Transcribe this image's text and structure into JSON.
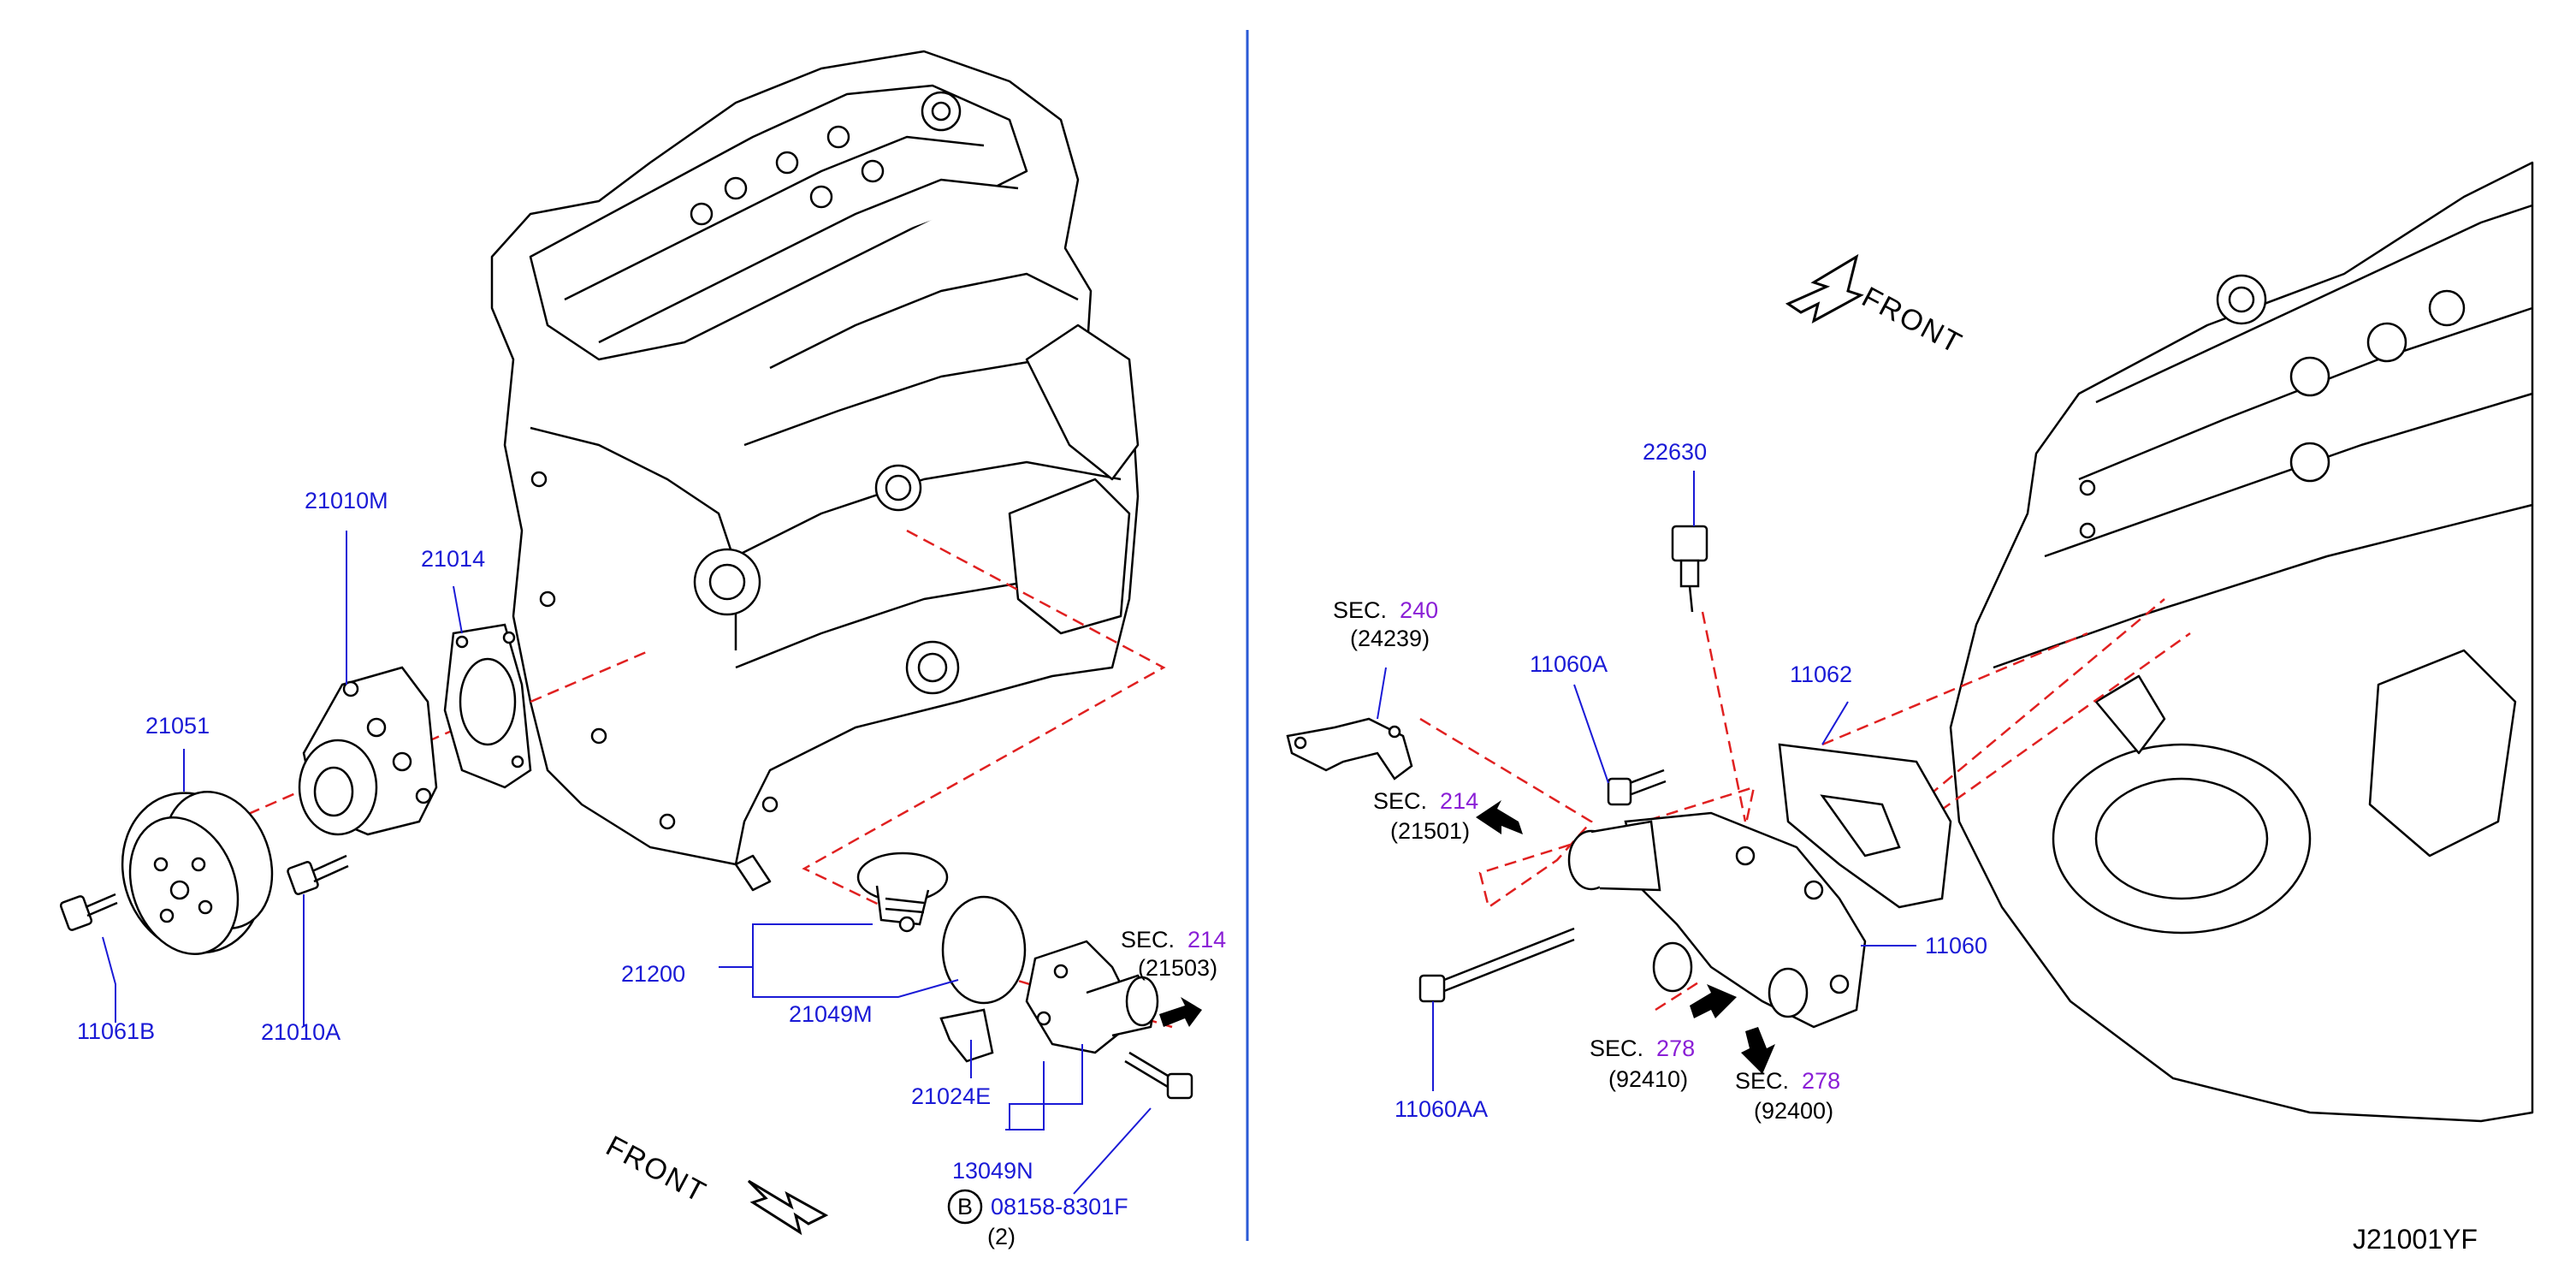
{
  "diagram_id": "J21001YF",
  "front_labels": [
    "FRONT",
    "FRONT"
  ],
  "left_parts": {
    "p21010M": "21010M",
    "p21014": "21014",
    "p21051": "21051",
    "p11061B": "11061B",
    "p21010A": "21010A",
    "p21200": "21200",
    "p21049M": "21049M",
    "p21024E": "21024E",
    "p13049N": "13049N",
    "bolt_b": "08158-8301F",
    "bolt_b_circle": "B",
    "bolt_b_qty": "(2)",
    "sec_214": {
      "label": "SEC.",
      "num": "214",
      "ref": "(21503)"
    }
  },
  "right_parts": {
    "p22630": "22630",
    "p11060A": "11060A",
    "p11062": "11062",
    "p11060": "11060",
    "p11060AA": "11060AA",
    "sec_240": {
      "label": "SEC.",
      "num": "240",
      "ref": "(24239)"
    },
    "sec_214": {
      "label": "SEC.",
      "num": "214",
      "ref": "(21501)"
    },
    "sec_278a": {
      "label": "SEC.",
      "num": "278",
      "ref": "(92410)"
    },
    "sec_278b": {
      "label": "SEC.",
      "num": "278",
      "ref": "(92400)"
    }
  },
  "colors": {
    "part_number": "#1a1ad6",
    "section_number": "#8a1fd6",
    "dashed_leader": "#e02020",
    "divider": "#2a5ad6"
  }
}
